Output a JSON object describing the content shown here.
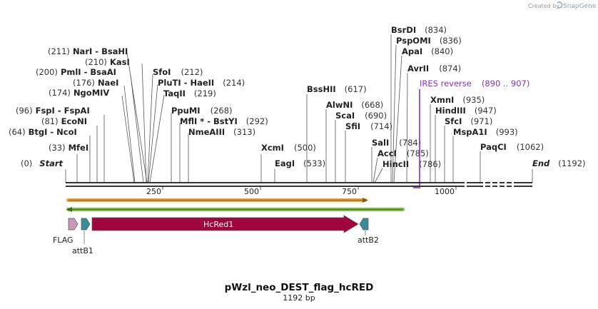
{
  "credit": {
    "prefix": "Created by",
    "brand": "SnapGene"
  },
  "plasmid": {
    "name": "pWzl_neo_DEST_flag_hcRED",
    "length_label": "1192 bp"
  },
  "sequence": {
    "start_label": "Start",
    "start_pos": "(0)",
    "end_label": "End",
    "end_pos": "(1192)",
    "length": 1192
  },
  "ruler": {
    "ticks": [
      "250",
      "500",
      "750",
      "1000"
    ]
  },
  "sites": [
    {
      "name": "MfeI",
      "pos": "(33)"
    },
    {
      "name": "BtgI",
      "pos": "(64)",
      "extra": "NcoI"
    },
    {
      "name": "EcoNI",
      "pos": "(81)"
    },
    {
      "name": "FspI",
      "pos": "(96)",
      "extra": "FspAI"
    },
    {
      "name": "NgoMIV",
      "pos": "(174)"
    },
    {
      "name": "NaeI",
      "pos": "(176)"
    },
    {
      "name": "PmlI",
      "pos": "(200)",
      "extra": "BsaAI"
    },
    {
      "name": "KasI",
      "pos": "(210)"
    },
    {
      "name": "NarI",
      "pos": "(211)",
      "extra": "BsaHI"
    },
    {
      "name": "SfoI",
      "pos": "(212)"
    },
    {
      "name": "PluTI",
      "pos": "(214)",
      "extra": "HaeII"
    },
    {
      "name": "TaqII",
      "pos": "(219)"
    },
    {
      "name": "PpuMI",
      "pos": "(268)"
    },
    {
      "name": "MflI *",
      "pos": "(292)",
      "extra": "BstYI"
    },
    {
      "name": "NmeAIII",
      "pos": "(313)"
    },
    {
      "name": "XcmI",
      "pos": "(500)"
    },
    {
      "name": "EagI",
      "pos": "(533)"
    },
    {
      "name": "BssHII",
      "pos": "(617)"
    },
    {
      "name": "AlwNI",
      "pos": "(668)"
    },
    {
      "name": "ScaI",
      "pos": "(690)"
    },
    {
      "name": "SfiI",
      "pos": "(714)"
    },
    {
      "name": "SalI",
      "pos": "(784)"
    },
    {
      "name": "AccI",
      "pos": "(785)"
    },
    {
      "name": "HincII",
      "pos": "(786)"
    },
    {
      "name": "BsrDI",
      "pos": "(834)"
    },
    {
      "name": "PspOMI",
      "pos": "(836)"
    },
    {
      "name": "ApaI",
      "pos": "(840)"
    },
    {
      "name": "AvrII",
      "pos": "(874)"
    },
    {
      "name": "XmnI",
      "pos": "(935)"
    },
    {
      "name": "HindIII",
      "pos": "(947)"
    },
    {
      "name": "SfcI",
      "pos": "(971)"
    },
    {
      "name": "MspA1I",
      "pos": "(993)"
    },
    {
      "name": "PaqCI",
      "pos": "(1062)"
    }
  ],
  "primer": {
    "name": "IRES reverse",
    "range": "(890 .. 907)",
    "color": "#8b2fc9"
  },
  "features": [
    {
      "name": "FLAG",
      "color": "#c99ab8"
    },
    {
      "name": "attB1",
      "color": "#3b8c99"
    },
    {
      "name": "HcRed1",
      "color": "#a0063c"
    },
    {
      "name": "attB2",
      "color": "#3b8c99"
    }
  ],
  "colors": {
    "orf_orange": "#e8a33a",
    "orf_green": "#7cc242",
    "backbone": "#333333"
  }
}
